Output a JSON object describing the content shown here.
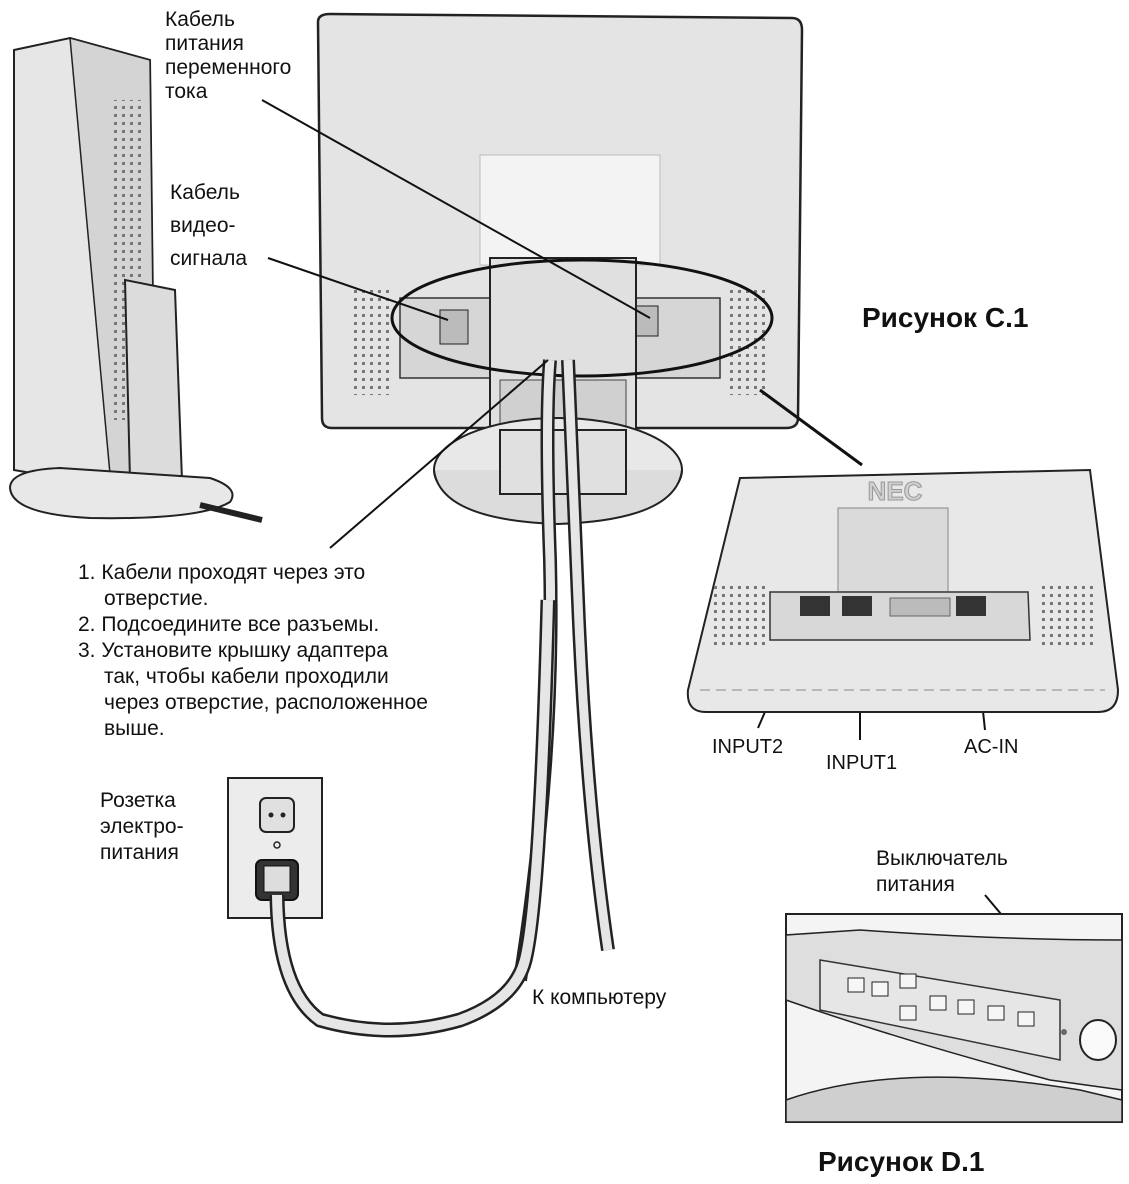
{
  "labels": {
    "ac_cable": [
      "Кабель",
      "питания",
      "переменного",
      "тока"
    ],
    "video_cable": [
      "Кабель",
      "видео-",
      "сигнала"
    ],
    "outlet": [
      "Розетка",
      "электро-",
      "питания"
    ],
    "to_computer": "К компьютеру",
    "power_switch": [
      "Выключатель",
      "питания"
    ]
  },
  "figures": {
    "fig_c1": "Рисунок С.1",
    "fig_d1": "Рисунок D.1"
  },
  "steps": [
    "1. Кабели проходят через это",
    "отверстие.",
    "2. Подсоедините все разъемы.",
    "3. Установите крышку адаптера",
    "так, чтобы кабели проходили",
    "через отверстие, расположенное",
    "выше."
  ],
  "ports": {
    "input2": "INPUT2",
    "input1": "INPUT1",
    "ac_in": "AC-IN"
  },
  "brand": "NEC"
}
